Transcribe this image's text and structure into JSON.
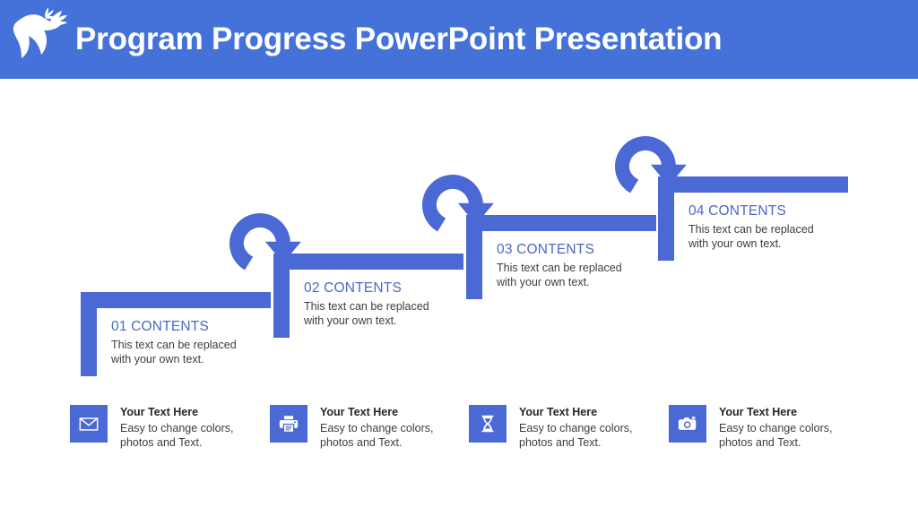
{
  "header": {
    "title": "Program Progress PowerPoint Presentation",
    "logo_icon": "dove-icon",
    "background_color": "#4472d8",
    "title_color": "#ffffff"
  },
  "theme": {
    "accent_blue": "#4a69d4",
    "heading_blue": "#4a69c4",
    "body_text": "#3d3d3d",
    "page_background": "#ffffff"
  },
  "steps": [
    {
      "title": "01 CONTENTS",
      "desc_line1": "This text can be replaced",
      "desc_line2": "with your own text."
    },
    {
      "title": "02 CONTENTS",
      "desc_line1": "This text can be replaced",
      "desc_line2": "with your own text."
    },
    {
      "title": "03 CONTENTS",
      "desc_line1": "This text can be replaced",
      "desc_line2": "with your own text."
    },
    {
      "title": "04 CONTENTS",
      "desc_line1": "This text can be replaced",
      "desc_line2": "with your own text."
    }
  ],
  "icon_cards": [
    {
      "icon": "envelope-icon",
      "title": "Your Text Here",
      "desc_line1": "Easy to change colors,",
      "desc_line2": "photos and Text."
    },
    {
      "icon": "printer-icon",
      "title": "Your Text Here",
      "desc_line1": "Easy to change colors,",
      "desc_line2": "photos and Text."
    },
    {
      "icon": "hourglass-icon",
      "title": "Your Text Here",
      "desc_line1": "Easy to change colors,",
      "desc_line2": "photos and Text."
    },
    {
      "icon": "camera-icon",
      "title": "Your Text Here",
      "desc_line1": "Easy to change colors,",
      "desc_line2": "photos and Text."
    }
  ]
}
